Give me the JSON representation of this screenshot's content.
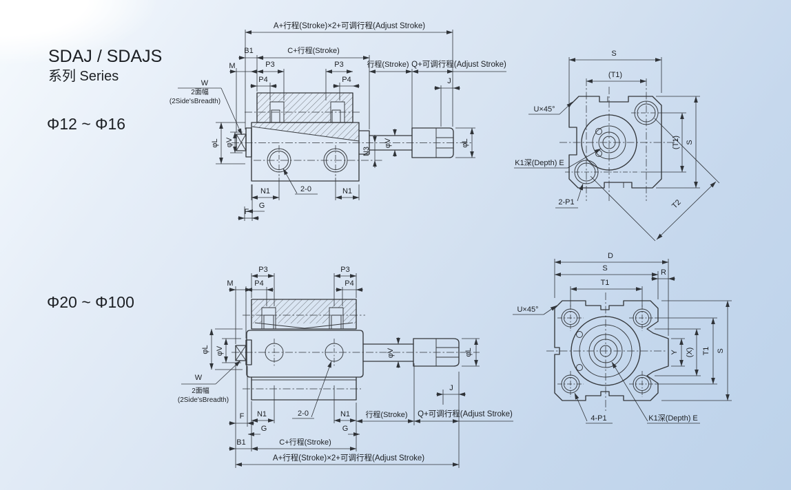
{
  "header": {
    "series_title": "SDAJ / SDAJS",
    "series_subtitle": "系列 Series",
    "bore_range_small": "Φ12 ~ Φ16",
    "bore_range_large": "Φ20 ~ Φ100"
  },
  "labels": {
    "a_stroke": "A+行程(Stroke)×2+可调行程(Adjust Stroke)",
    "c_stroke": "C+行程(Stroke)",
    "stroke": "行程(Stroke)",
    "q_adjust": "Q+可调行程(Adjust Stroke)",
    "b1": "B1",
    "m": "M",
    "p3": "P3",
    "p4": "P4",
    "j": "J",
    "f": "F",
    "g": "G",
    "n1": "N1",
    "n3": "N3",
    "port2": "2-0",
    "w": "W",
    "w_cn": "2面幅",
    "w_en": "(2Side'sBreadth)",
    "phi_l": "φL",
    "phi_v": "φV",
    "s": "S",
    "d": "D",
    "r": "R",
    "t1": "T1",
    "t1_paren": "(T1)",
    "t2": "T2",
    "y": "Y",
    "x_paren": "(X)",
    "u45": "U×45°",
    "k1_depth": "K1深(Depth) E",
    "p1_2": "2-P1",
    "p1_4": "4-P1"
  },
  "colors": {
    "line": "#34373b",
    "text": "#1c1f23",
    "background_top_left": "#f6fafd",
    "background_bottom_right": "#bcd2ea"
  }
}
